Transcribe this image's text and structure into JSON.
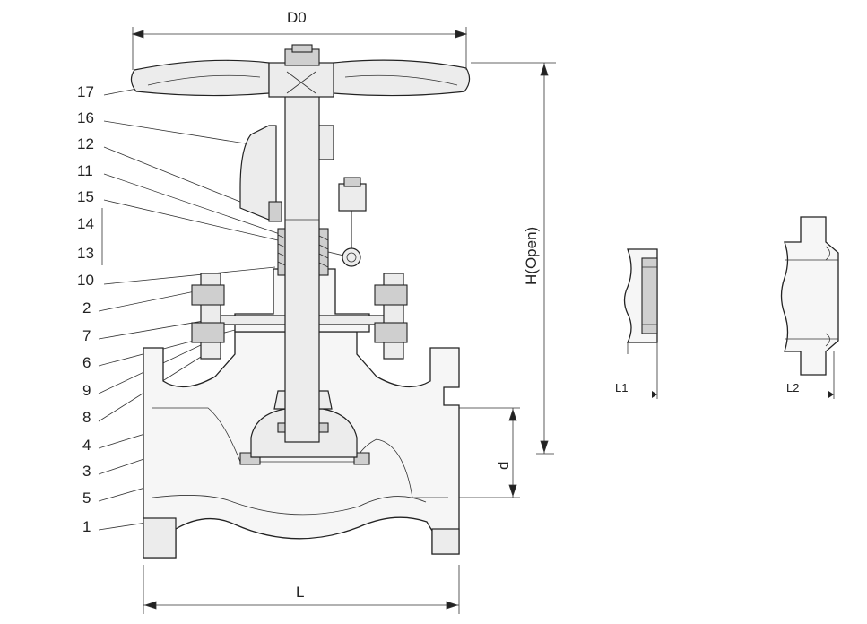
{
  "diagram": {
    "part_numbers": [
      "17",
      "16",
      "12",
      "11",
      "15",
      "14",
      "13",
      "10",
      "2",
      "7",
      "6",
      "9",
      "8",
      "4",
      "3",
      "5",
      "1"
    ],
    "dimensions": {
      "handwheel_diameter": "D0",
      "height_open": "H(Open)",
      "length": "L",
      "bore": "d",
      "view1_length": "L1",
      "view2_length": "L2"
    }
  }
}
